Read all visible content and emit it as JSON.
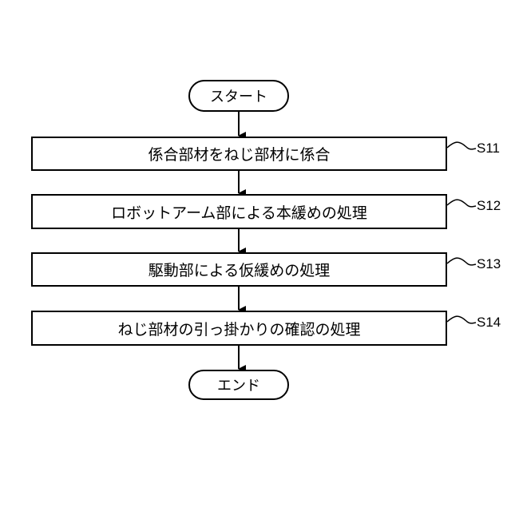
{
  "flowchart": {
    "start_label": "スタート",
    "end_label": "エンド",
    "steps": [
      {
        "id": "S11",
        "label": "係合部材をねじ部材に係合"
      },
      {
        "id": "S12",
        "label": "ロボットアーム部による本緩めの処理"
      },
      {
        "id": "S13",
        "label": "駆動部による仮緩めの処理"
      },
      {
        "id": "S14",
        "label": "ねじ部材の引っ掛かりの確認の処理"
      }
    ]
  }
}
